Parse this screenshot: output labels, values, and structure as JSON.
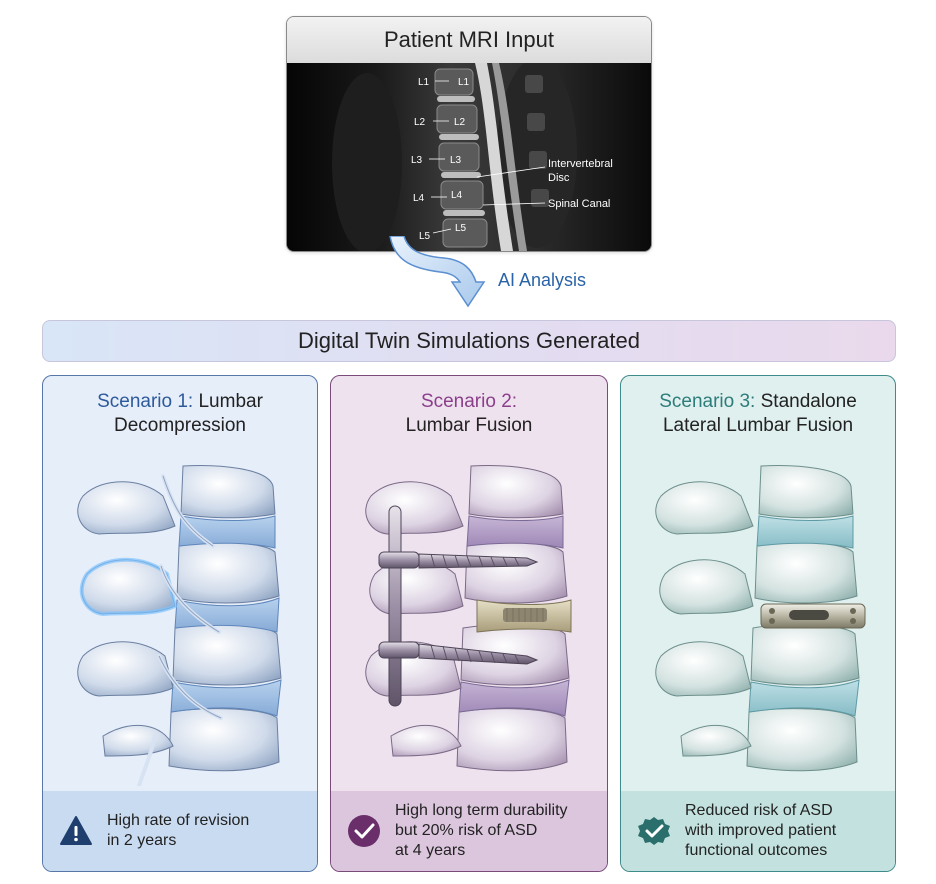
{
  "mri": {
    "title": "Patient MRI Input",
    "vertebra_labels_left": [
      "L1",
      "L2",
      "L3",
      "L4",
      "L5"
    ],
    "vertebra_labels_right": [
      "L1",
      "L2",
      "L3",
      "L4",
      "L5"
    ],
    "annotation_disc": [
      "Intervertebral",
      "Disc"
    ],
    "annotation_canal": "Spinal Canal"
  },
  "flow": {
    "label": "AI Analysis"
  },
  "banner": {
    "title": "Digital Twin Simulations Generated"
  },
  "scenarios": [
    {
      "prefix": "Scenario 1:",
      "title_line1_rest": " Lumbar",
      "title_line2": "Decompression",
      "outcome": [
        "High rate of revision",
        "in 2 years"
      ],
      "icon": "warning-icon"
    },
    {
      "prefix": "Scenario 2:",
      "title_line1_rest": "",
      "title_line2": "Lumbar Fusion",
      "outcome": [
        "High long term durability",
        "but 20% risk of ASD",
        "at 4 years"
      ],
      "icon": "check-circle-icon"
    },
    {
      "prefix": "Scenario 3:",
      "title_line1_rest": " Standalone",
      "title_line2": "Lateral Lumbar Fusion",
      "outcome": [
        "Reduced risk of ASD",
        "with improved patient",
        "functional outcomes"
      ],
      "icon": "verified-badge-icon"
    }
  ],
  "colors": {
    "scenario1": "#2d5a9a",
    "scenario2": "#8a3f8a",
    "scenario3": "#2c7d7a",
    "ai_label": "#2a63a8"
  }
}
